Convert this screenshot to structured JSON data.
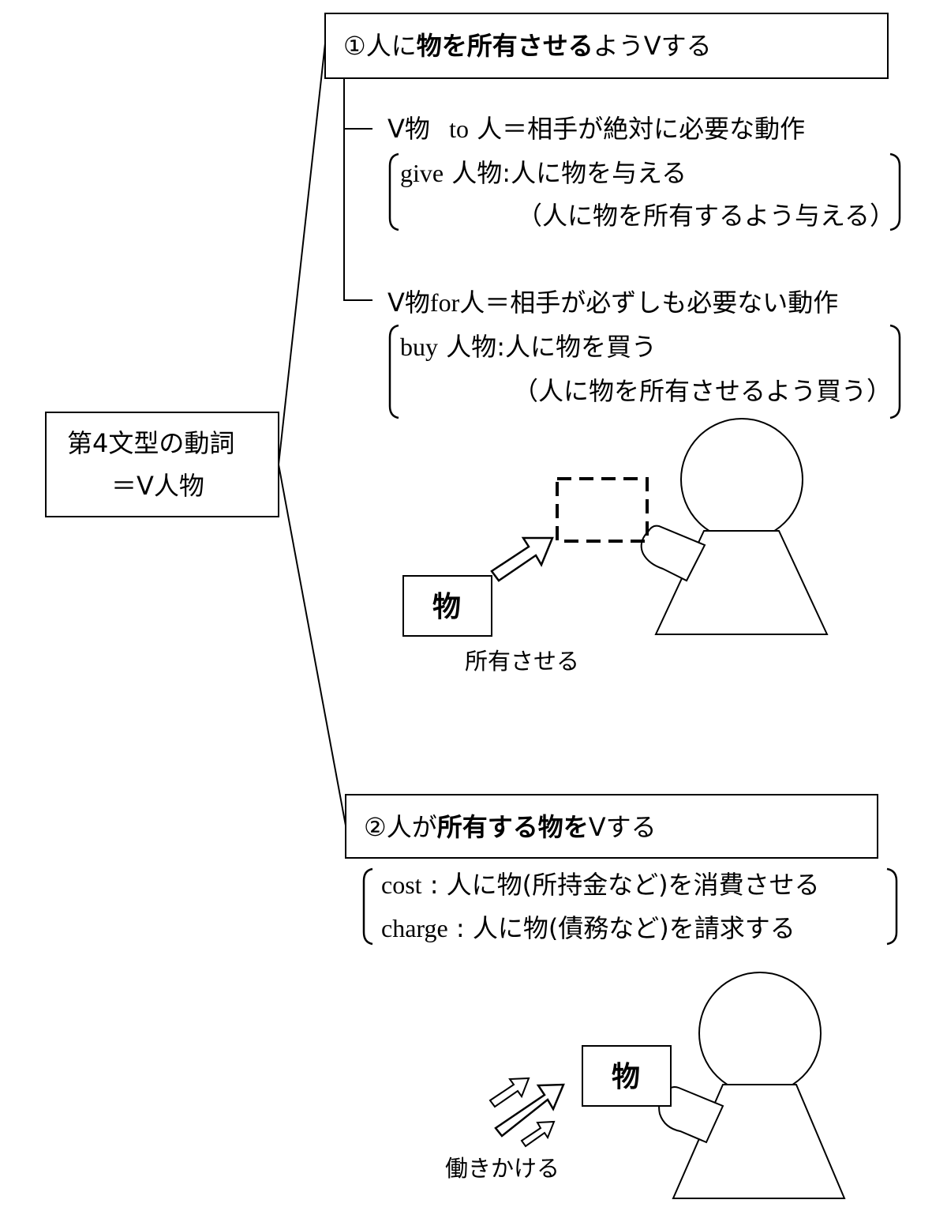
{
  "root": {
    "line1": "第4文型の動詞",
    "line2": "＝V人物"
  },
  "branch1": {
    "title": {
      "num": "①人に",
      "bold": "物を所有させる",
      "rest": "ようVする"
    },
    "to": {
      "v": "V物",
      "prep": "to",
      "rest": "人＝相手が絶対に必要な動作",
      "example_verb": "give",
      "example_obj": "人物",
      "example_sep": ":",
      "example_meaning": "人に物を与える",
      "example_note": "（人に物を所有するよう与える）"
    },
    "for": {
      "v": "V物",
      "prep": "for",
      "rest": "人＝相手が必ずしも必要ない動作",
      "example_verb": "buy",
      "example_obj": "人物",
      "example_sep": ":",
      "example_meaning": "人に物を買う",
      "example_note": "（人に物を所有させるよう買う）"
    },
    "figure": {
      "object_label": "物",
      "caption": "所有させる"
    }
  },
  "branch2": {
    "title": {
      "num": "②人が",
      "bold": "所有する物を",
      "rest": "Vする"
    },
    "ex1": {
      "verb": "cost",
      "sep": ":",
      "meaning": "人に物(所持金など)を消費させる"
    },
    "ex2": {
      "verb": "charge",
      "sep": ":",
      "meaning": "人に物(債務など)を請求する"
    },
    "figure": {
      "object_label": "物",
      "caption": "働きかける"
    }
  }
}
